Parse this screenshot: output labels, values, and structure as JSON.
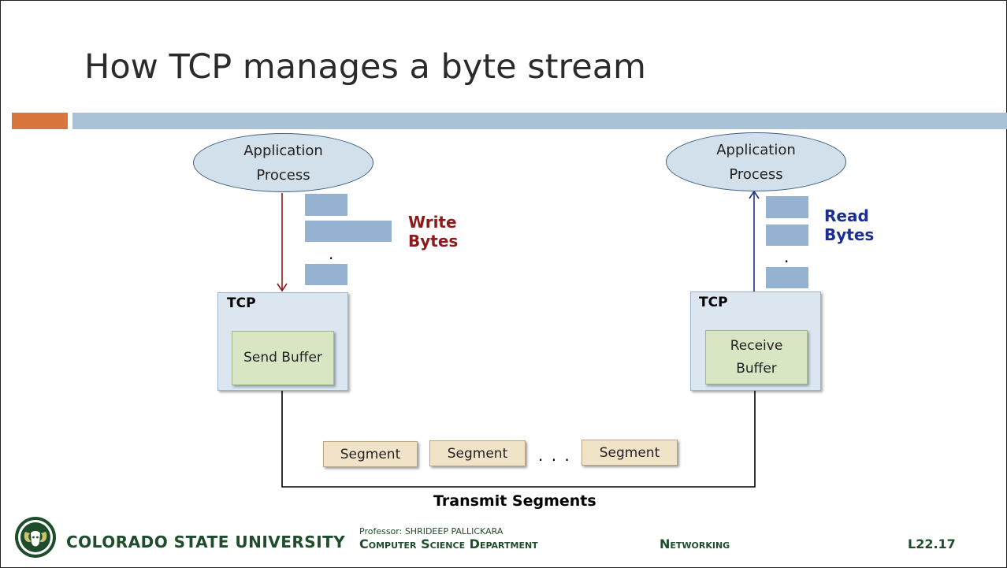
{
  "slide": {
    "title": "How TCP manages a byte stream"
  },
  "diagram": {
    "sender": {
      "process_line1": "Application",
      "process_line2": "Process",
      "write_line1": "Write",
      "write_line2": "Bytes",
      "tcp_label": "TCP",
      "buffer_label": "Send Buffer",
      "dot": "."
    },
    "receiver": {
      "process_line1": "Application",
      "process_line2": "Process",
      "read_line1": "Read",
      "read_line2": "Bytes",
      "tcp_label": "TCP",
      "buffer_line1": "Receive",
      "buffer_line2": "Buffer",
      "dot": "."
    },
    "segments": [
      "Segment",
      "Segment",
      "Segment"
    ],
    "ellipsis": ". . .",
    "transmit_label": "Transmit Segments",
    "colors": {
      "write_arrow": "#8b1a1a",
      "read_arrow": "#1a2f8f",
      "accent_orange": "#d9763e",
      "accent_blue": "#a9c2d6"
    }
  },
  "footer": {
    "university": "COLORADO STATE UNIVERSITY",
    "professor": "Professor: SHRIDEEP PALLICKARA",
    "department": "Computer Science Department",
    "course": "Networking",
    "lecture": "L22.17"
  }
}
